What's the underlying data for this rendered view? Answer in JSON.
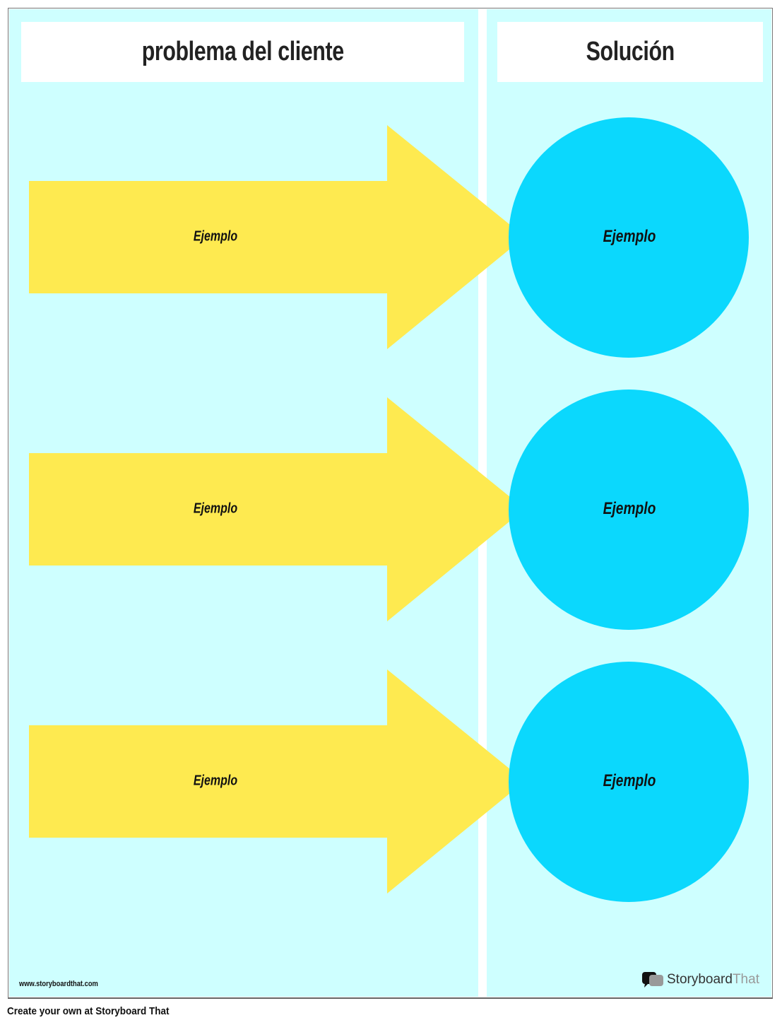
{
  "columns": {
    "left_title": "problema del cliente",
    "right_title": "Solución"
  },
  "rows": [
    {
      "problem": "Ejemplo",
      "solution": "Ejemplo"
    },
    {
      "problem": "Ejemplo",
      "solution": "Ejemplo"
    },
    {
      "problem": "Ejemplo",
      "solution": "Ejemplo"
    }
  ],
  "colors": {
    "background": "#ceffff",
    "arrow": "#feea50",
    "circle": "#0bd8fd"
  },
  "footer": {
    "url": "www.storyboardthat.com",
    "logo_a": "Storyboard",
    "logo_b": "That",
    "create": "Create your own at Storyboard That"
  }
}
